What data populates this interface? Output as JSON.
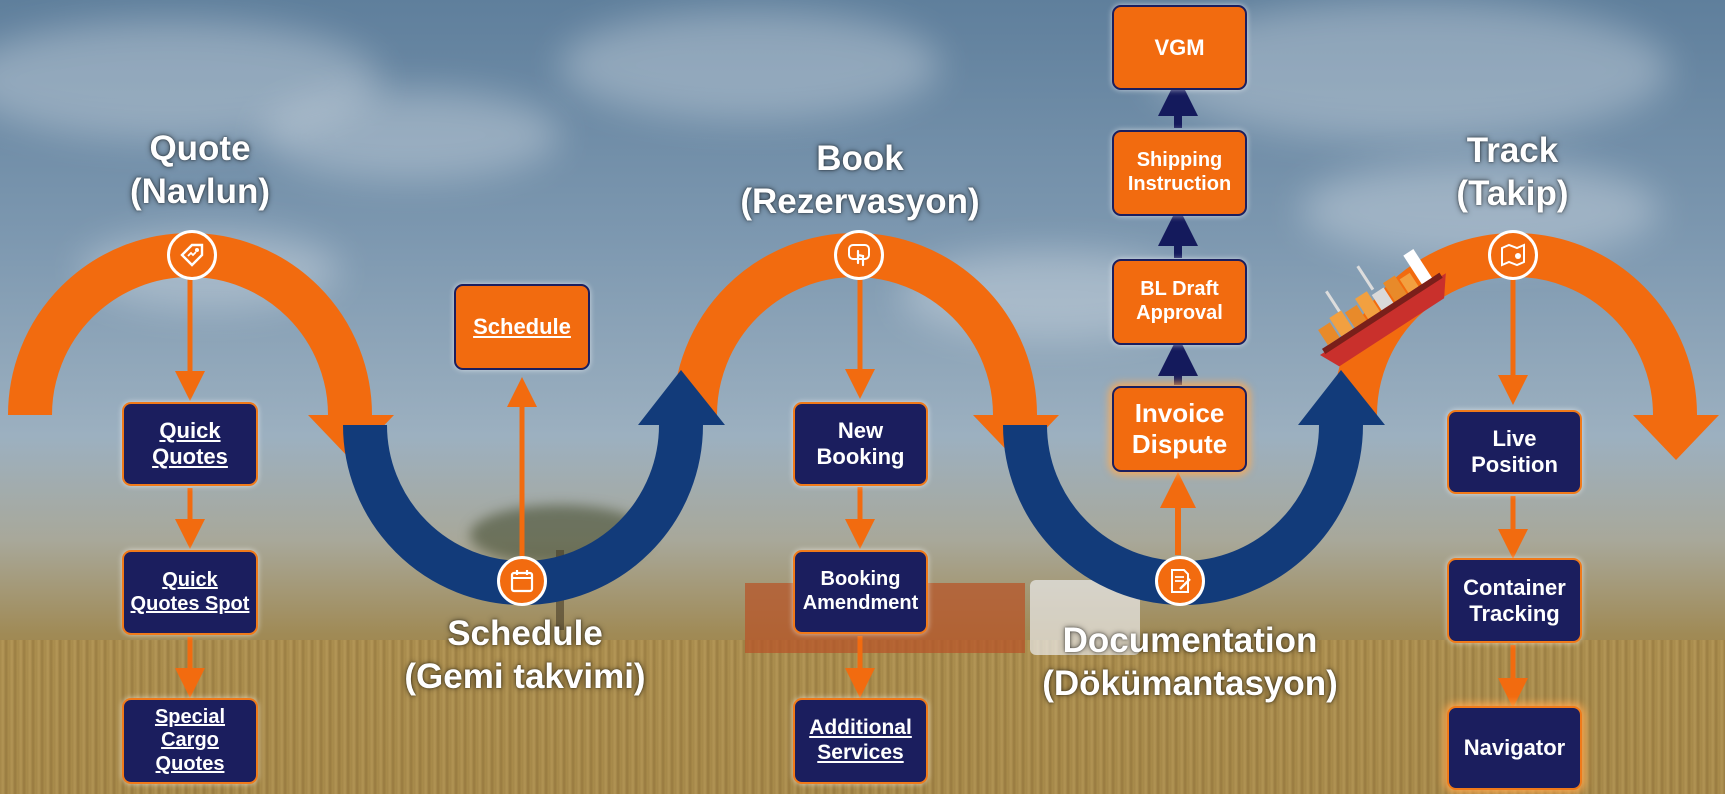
{
  "stages": {
    "quote": {
      "title": "Quote",
      "subtitle": "(Navlun)"
    },
    "schedule": {
      "title": "Schedule",
      "subtitle": "(Gemi takvimi)"
    },
    "book": {
      "title": "Book",
      "subtitle": "(Rezervasyon)"
    },
    "documentation": {
      "title": "Documentation",
      "subtitle": "(Dökümantasyon)"
    },
    "track": {
      "title": "Track",
      "subtitle": "(Takip)"
    }
  },
  "quote_items": [
    {
      "label": "Quick Quotes"
    },
    {
      "label": "Quick Quotes Spot"
    },
    {
      "label": "Special Cargo Quotes"
    }
  ],
  "schedule_items": [
    {
      "label": "Schedule"
    }
  ],
  "book_items": [
    {
      "label": "New Booking"
    },
    {
      "label": "Booking Amendment"
    },
    {
      "label": "Additional Services"
    }
  ],
  "documentation_items": [
    {
      "label": "Invoice Dispute"
    },
    {
      "label": "BL Draft Approval"
    },
    {
      "label": "Shipping Instruction"
    },
    {
      "label": "VGM"
    }
  ],
  "track_items": [
    {
      "label": "Live Position"
    },
    {
      "label": "Container Tracking"
    },
    {
      "label": "Navigator"
    }
  ],
  "icons": {
    "quote": "price-tag-icon",
    "schedule": "calendar-icon",
    "book": "touch-tap-icon",
    "documentation": "document-edit-icon",
    "track": "map-pin-icon"
  },
  "colors": {
    "accent": "#f26b0f",
    "navy": "#1b1e5e",
    "arc_blue": "#123b7a"
  }
}
